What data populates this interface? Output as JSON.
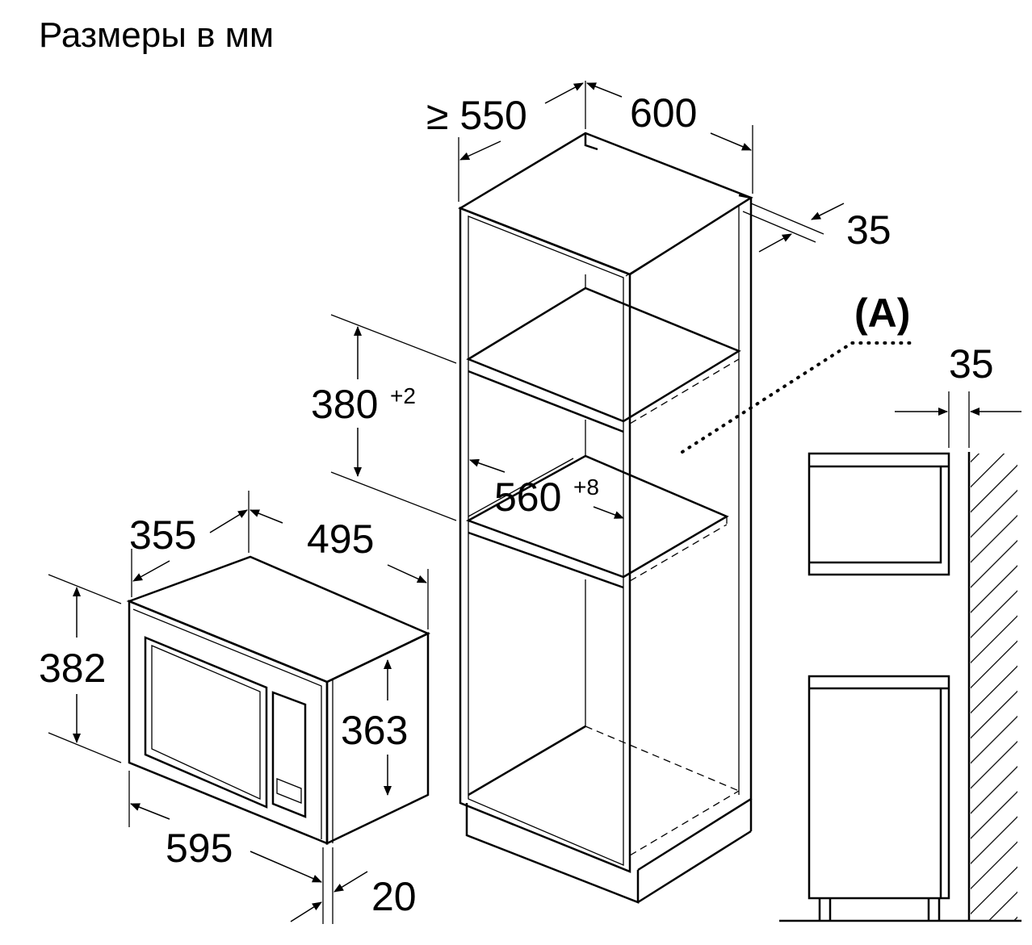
{
  "title": "Размеры в мм",
  "cabinet": {
    "depth_min": "≥ 550",
    "width": "600",
    "gap_top": "35",
    "niche_height": "380",
    "niche_height_tol": "+2",
    "niche_width": "560",
    "niche_width_tol": "+8"
  },
  "microwave": {
    "depth": "355",
    "body_width": "495",
    "front_height": "382",
    "body_height": "363",
    "front_width": "595",
    "front_thickness": "20"
  },
  "side_view": {
    "label": "(A)",
    "wall_gap": "35"
  }
}
